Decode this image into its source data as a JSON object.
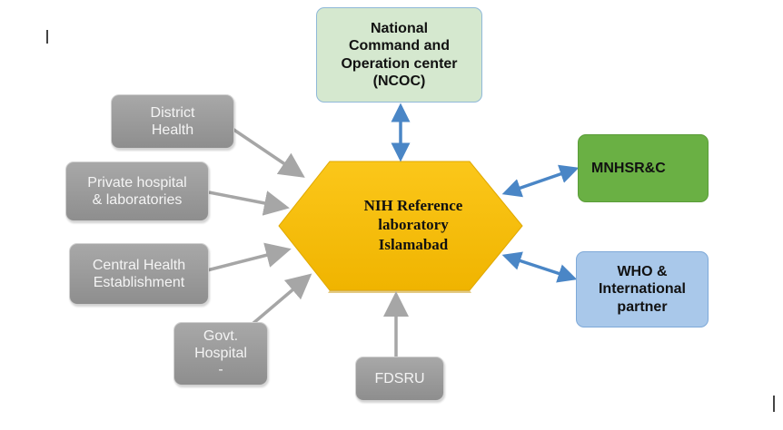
{
  "diagram": {
    "center": {
      "label": "NIH Reference laboratory Islamabad",
      "lines": [
        "NIH Reference",
        "laboratory",
        "Islamabad"
      ]
    },
    "nodes": [
      {
        "id": "ncoc",
        "lines": [
          "National",
          "Command and",
          "Operation center",
          "(NCOC)"
        ],
        "relation": "bidirectional"
      },
      {
        "id": "mnhsrc",
        "lines": [
          "MNHSR&C"
        ],
        "relation": "bidirectional"
      },
      {
        "id": "who",
        "lines": [
          "WHO &",
          "International",
          "partner"
        ],
        "relation": "bidirectional"
      },
      {
        "id": "district-health",
        "lines": [
          "District",
          "Health"
        ],
        "relation": "inbound"
      },
      {
        "id": "private-hospital",
        "lines": [
          "Private hospital",
          "& laboratories"
        ],
        "relation": "inbound"
      },
      {
        "id": "central-health",
        "lines": [
          "Central Health",
          "Establishment"
        ],
        "relation": "inbound"
      },
      {
        "id": "govt-hospital",
        "lines": [
          "Govt.",
          "Hospital",
          "-"
        ],
        "relation": "inbound"
      },
      {
        "id": "fdsru",
        "lines": [
          "FDSRU"
        ],
        "relation": "inbound"
      }
    ],
    "colors": {
      "center": "#f8bf10",
      "ncoc": "#d5e8cf",
      "mnhsrc": "#6ab044",
      "who": "#a9c8ea",
      "source": "#9c9c9c",
      "blue_arrow": "#4a86c6",
      "gray_arrow": "#a6a6a6"
    }
  }
}
